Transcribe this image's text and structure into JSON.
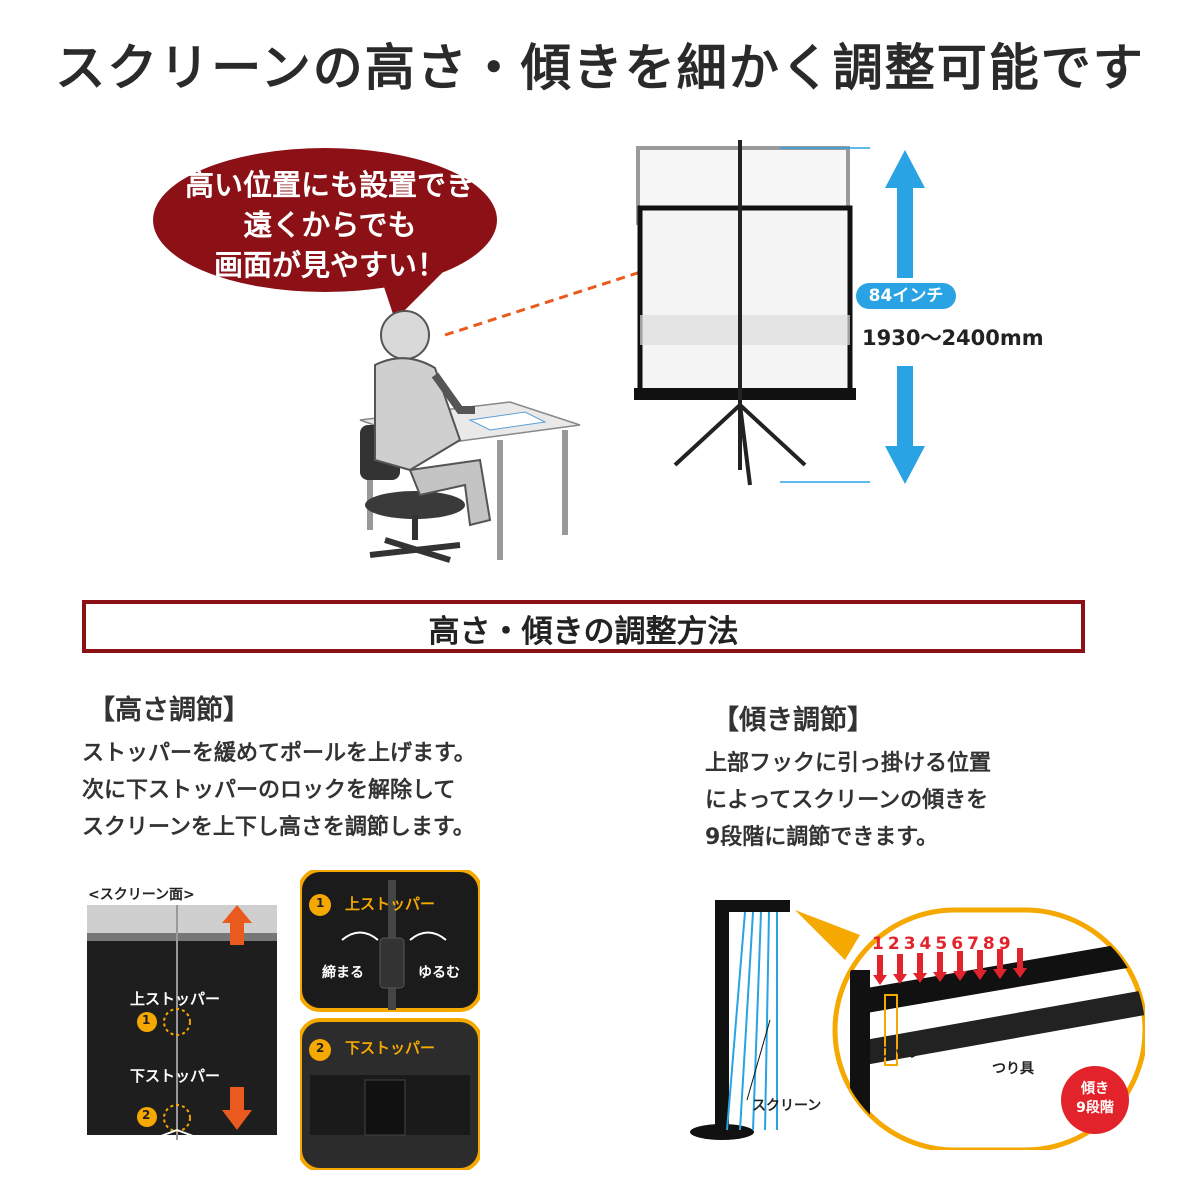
{
  "headline": "スクリーンの高さ・傾きを細かく調整可能です",
  "bubble": {
    "line1": "高い位置にも設置でき",
    "line2": "遠くからでも",
    "line3": "画面が見やすい！"
  },
  "dimension": {
    "size_label": "84インチ",
    "range": "1930〜2400mm"
  },
  "section_title": "高さ・傾きの調整方法",
  "height_adjust": {
    "heading": "【高さ調節】",
    "line1": "ストッパーを緩めてポールを上げます。",
    "line2": "次に下ストッパーのロックを解除して",
    "line3": "スクリーンを上下し高さを調節します。",
    "screen_face_label": "<スクリーン面>",
    "upper_stopper": "上ストッパー",
    "lower_stopper": "下ストッパー",
    "num1": "1",
    "num2": "2",
    "tighten": "締まる",
    "loosen": "ゆるむ"
  },
  "tilt_adjust": {
    "heading": "【傾き調節】",
    "line1": "上部フックに引っ掛ける位置",
    "line2": "によってスクリーンの傾きを",
    "line3": "9段階に調節できます。",
    "hook_label": "フック",
    "hanger_label": "つり具",
    "screen_label": "スクリーン",
    "badge_line1": "傾き",
    "badge_line2": "9段階",
    "step_numbers": [
      "1",
      "2",
      "3",
      "4",
      "5",
      "6",
      "7",
      "8",
      "9"
    ]
  },
  "colors": {
    "bubble": "#8b1116",
    "accent_blue": "#29a3e3",
    "arrow_orange": "#ea5a1e",
    "badge_red": "#e2232b",
    "callout_yellow": "#f5a800"
  }
}
